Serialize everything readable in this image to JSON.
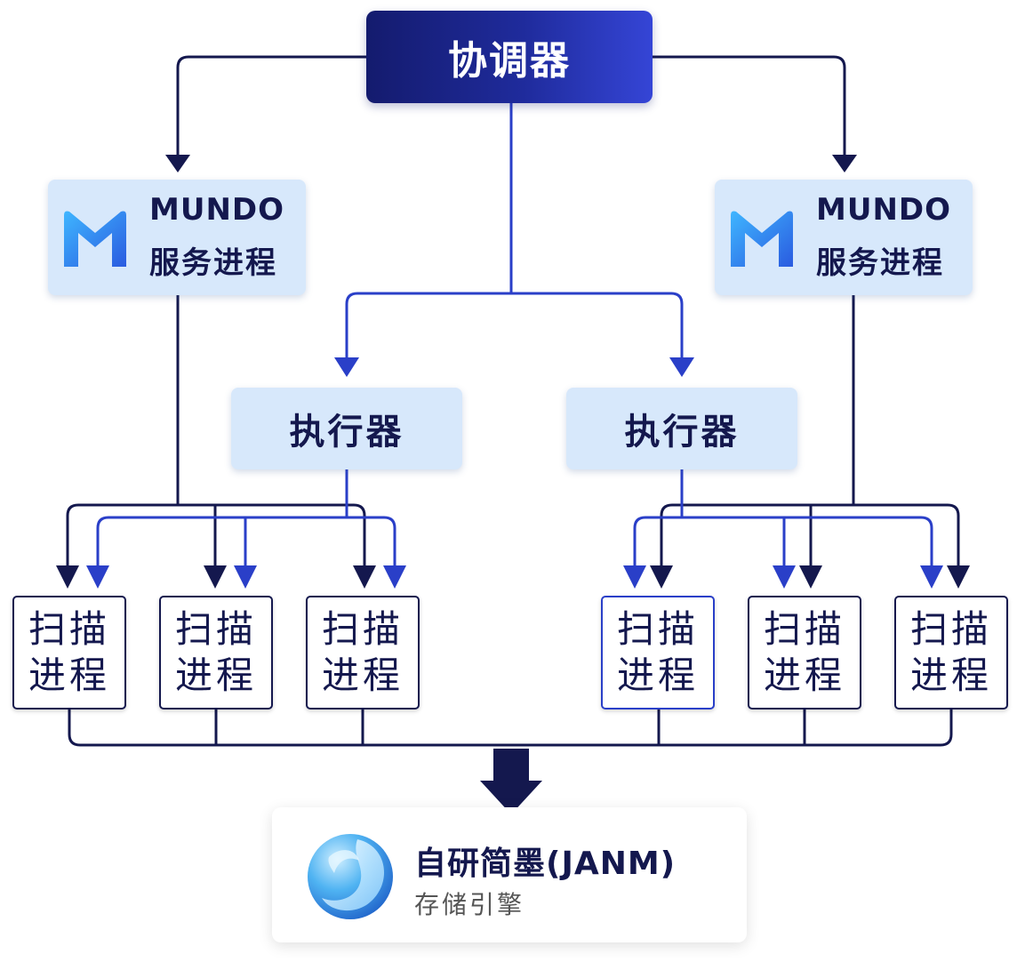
{
  "colors": {
    "dark": "#14184e",
    "blue": "#2a3fc8",
    "panel": "#d7e8fb"
  },
  "coordinator": {
    "label": "协调器"
  },
  "mundo_left": {
    "title": "MUNDO",
    "subtitle": "服务进程",
    "icon": "mundo-m-logo"
  },
  "mundo_right": {
    "title": "MUNDO",
    "subtitle": "服务进程",
    "icon": "mundo-m-logo"
  },
  "executor_left": {
    "label": "执行器"
  },
  "executor_right": {
    "label": "执行器"
  },
  "scan_processes": [
    {
      "line1": "扫描",
      "line2": "进程"
    },
    {
      "line1": "扫描",
      "line2": "进程"
    },
    {
      "line1": "扫描",
      "line2": "进程"
    },
    {
      "line1": "扫描",
      "line2": "进程"
    },
    {
      "line1": "扫描",
      "line2": "进程"
    },
    {
      "line1": "扫描",
      "line2": "进程"
    }
  ],
  "storage_engine": {
    "title": "自研简墨(JANM)",
    "subtitle": "存储引擎",
    "icon": "janm-swirl-logo"
  }
}
